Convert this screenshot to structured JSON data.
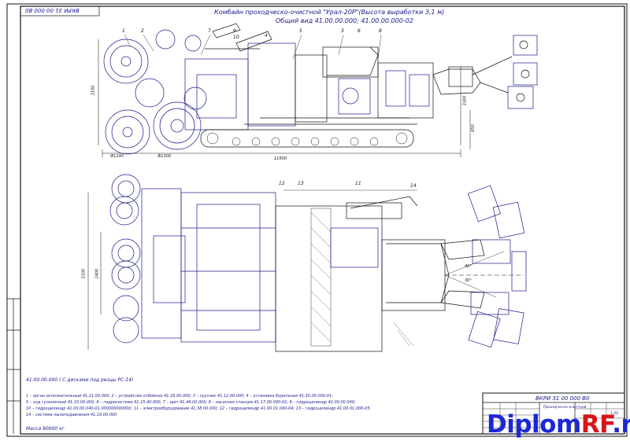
{
  "drawing": {
    "title_line1": "Комбайн проходческо-очистной \"Урал-20Р\"(Высота выработки 3,1 м)",
    "title_line2": "Общий вид 41.00.00.000; 41.00.00.000-02",
    "corner_stamp": "ВКРИ 31 00 000 В0",
    "variant_label": "41.00.00.000 ( С дисками под резцы РС-14)",
    "legend": [
      "1 – орган исполнительный 41.21.00.000; 2 – устройство отбойное 41.16.00.000; 3 – грузчик 41.12.00.000; 4 – установка бурильная 41.30.00.000-01;",
      "5 – ход гусеничный 41.10.00.000; 6 – гидросистема 41.15.40.000; 7 – щит 41.44.00.000; 8 – насосная станция 41.17.00.000-02; 9 – гидроцилиндр 41.00.00.040;",
      "10 – гидроцилиндр 41.00.00.040-01.000000000000; 11 – электрооборудование 41.38.00.000; 12 – гидроцилиндр 41.00.01.000-04; 13 – гидроцилиндр 41.00.01.000-05;",
      "14 – система пылеподавления 41.19.00.000"
    ],
    "mass": "Масса 90000 кг",
    "part_numbers_side": [
      "1",
      "2",
      "7",
      "9",
      "10",
      "4",
      "5",
      "3",
      "6",
      "8"
    ],
    "part_numbers_top": [
      "12",
      "13",
      "11",
      "14"
    ],
    "dimensions": {
      "length": "11500",
      "height_left": "3100",
      "height_right": "3300",
      "ground_clear": "650",
      "d1": "Ф1140",
      "d2": "Ф1300",
      "width": "5100",
      "width2": "2400",
      "angle1": "40°",
      "angle2": "30°"
    }
  },
  "title_block": {
    "code": "ВКРИ 31 00 000 В0",
    "name": "Проходческо-очистной",
    "scale": "1:20"
  },
  "watermark": {
    "part1": "Diplom",
    "part2": "RF",
    "part3": ".ru"
  },
  "colors": {
    "ink": "#1a1a8c",
    "line": "#111111",
    "watermark_blue": "#1c27d6",
    "watermark_red": "#d9141b"
  }
}
